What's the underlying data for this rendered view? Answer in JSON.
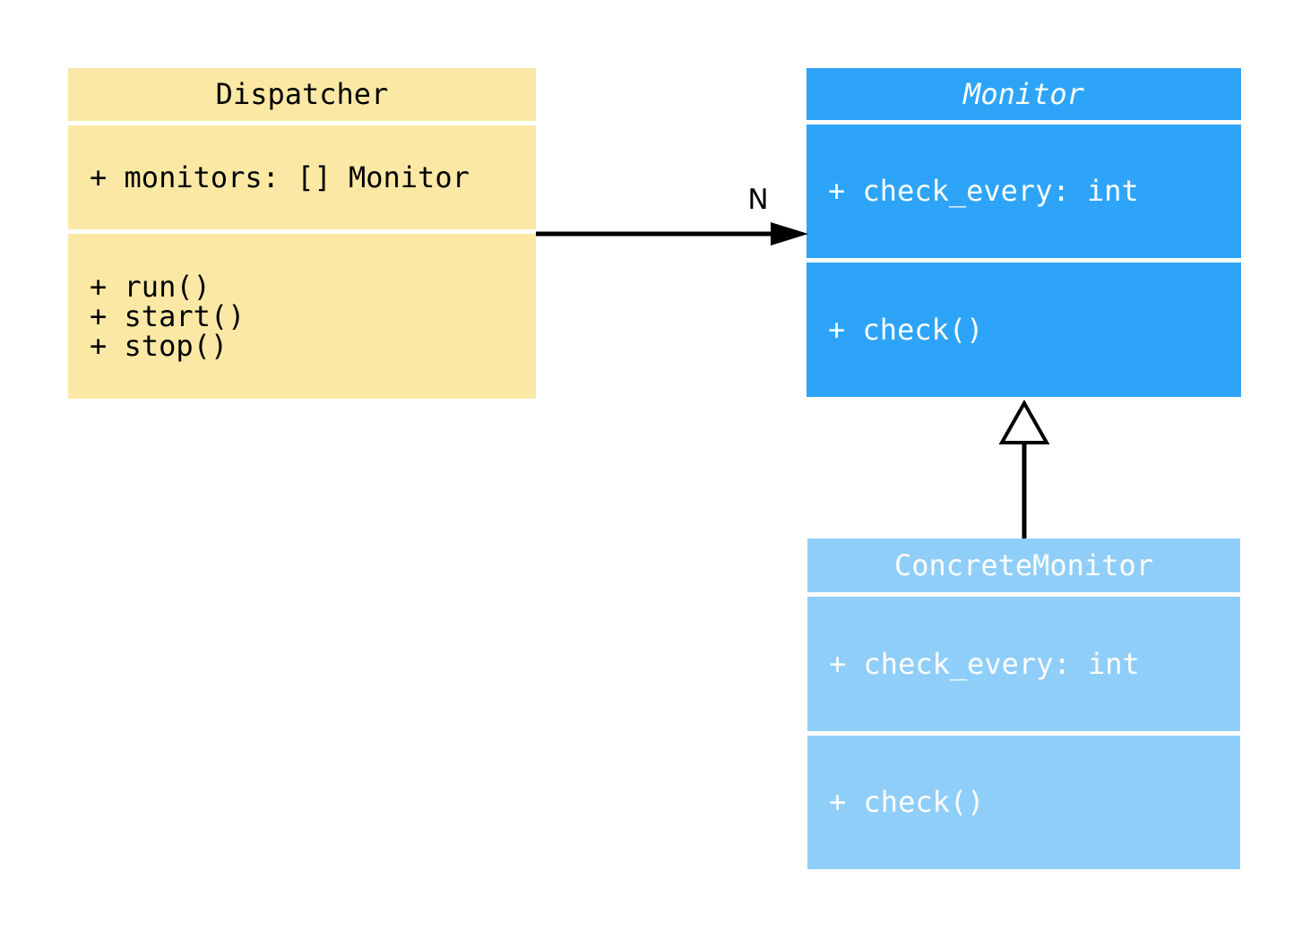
{
  "diagram": {
    "type": "uml-class-diagram",
    "canvas_background": "#ffffff",
    "relation_color": "#000000",
    "classes": [
      {
        "name": "Dispatcher",
        "abstract": false,
        "fill": "#fbe8a4",
        "text_color": "#000000",
        "attributes": [
          "+ monitors: [] Monitor"
        ],
        "methods": [
          "+ run()",
          "+ start()",
          "+ stop()"
        ]
      },
      {
        "name": "Monitor",
        "abstract": true,
        "fill": "#2ea4f8",
        "text_color": "#ffffff",
        "attributes": [
          "+ check_every: int"
        ],
        "methods": [
          "+ check()"
        ]
      },
      {
        "name": "ConcreteMonitor",
        "abstract": false,
        "fill": "#90cefa",
        "text_color": "#ffffff",
        "attributes": [
          "+ check_every: int"
        ],
        "methods": [
          "+ check()"
        ]
      }
    ],
    "relations": [
      {
        "type": "association",
        "from": "Dispatcher",
        "to": "Monitor",
        "label": "N",
        "arrowhead": "filled-triangle"
      },
      {
        "type": "inheritance",
        "from": "ConcreteMonitor",
        "to": "Monitor",
        "label": "",
        "arrowhead": "hollow-triangle"
      }
    ]
  }
}
